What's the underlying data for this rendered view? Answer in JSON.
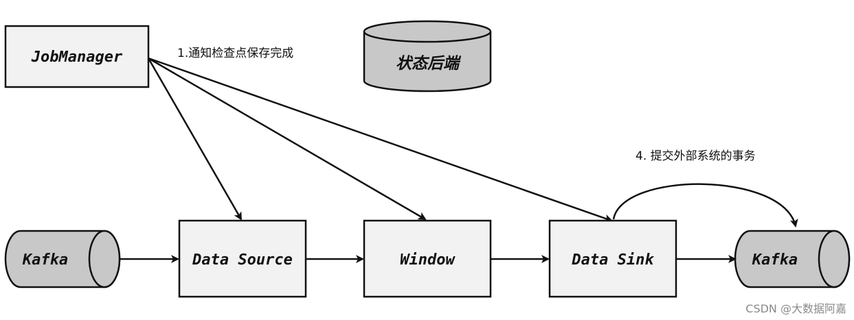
{
  "nodes": {
    "jobmanager": "JobManager",
    "state_backend": "状态后端",
    "kafka_in": "Kafka",
    "data_source": "Data Source",
    "window": "Window",
    "data_sink": "Data Sink",
    "kafka_out": "Kafka"
  },
  "annotations": {
    "notify": "1.通知检查点保存完成",
    "commit": "4. 提交外部系统的事务"
  },
  "watermark": "CSDN @大数据阿嘉",
  "colors": {
    "box_fill": "#f2f2f2",
    "cylinder_fill": "#c8c8c8",
    "stroke": "#111111"
  }
}
